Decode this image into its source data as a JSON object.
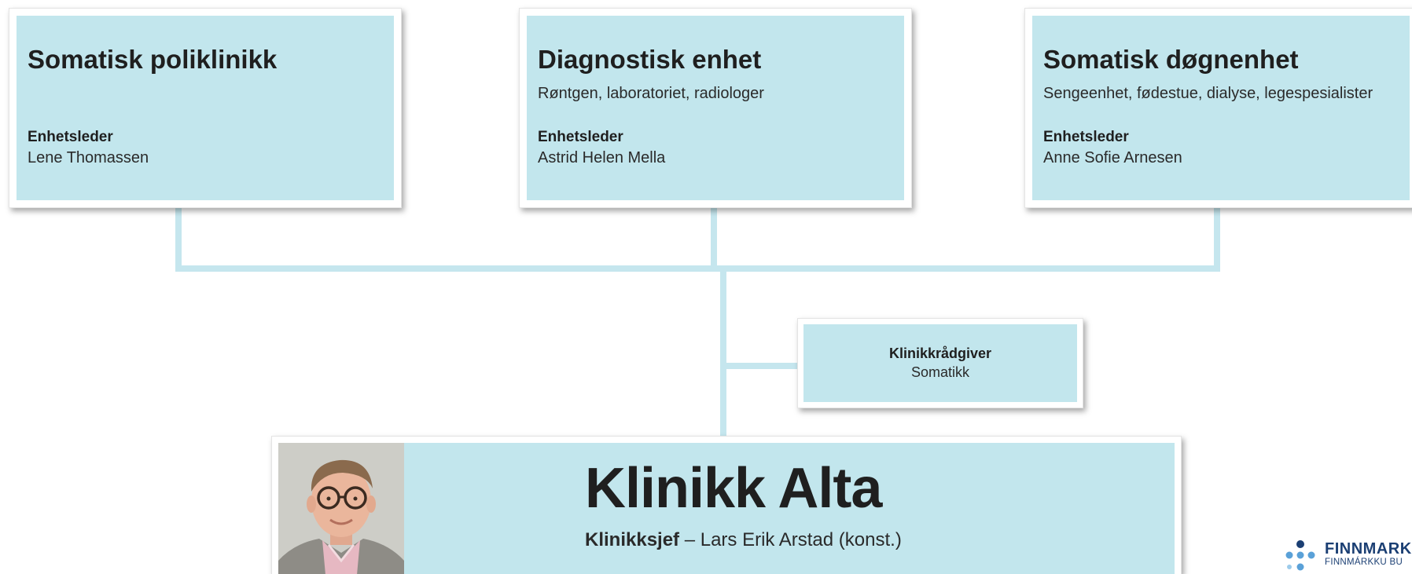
{
  "colors": {
    "box_fill": "#c2e6ed",
    "connector": "#c5e6ee",
    "text": "#222222",
    "logo_dark": "#1b3f73",
    "logo_light": "#5aa1d8"
  },
  "units": [
    {
      "title": "Somatisk poliklinikk",
      "description": "",
      "role": "Enhetsleder",
      "name": "Lene Thomassen"
    },
    {
      "title": "Diagnostisk enhet",
      "description": "Røntgen, laboratoriet, radiologer",
      "role": "Enhetsleder",
      "name": "Astrid Helen Mella"
    },
    {
      "title": "Somatisk døgnenhet",
      "description": "Sengeenhet, fødestue, dialyse, legespesialister",
      "role": "Enhetsleder",
      "name": "Anne Sofie Arnesen"
    }
  ],
  "advisor": {
    "title": "Klinikkrådgiver",
    "subtitle": "Somatikk"
  },
  "clinic": {
    "title": "Klinikk Alta",
    "role": "Klinikksjef",
    "person": " – Lars Erik Arstad (konst.)",
    "photo_icon": "portrait-photo"
  },
  "logo": {
    "line1": "FINNMARK",
    "line2": "FINNMÁRKKU BU",
    "icon": "dot-cluster-logo-icon"
  }
}
